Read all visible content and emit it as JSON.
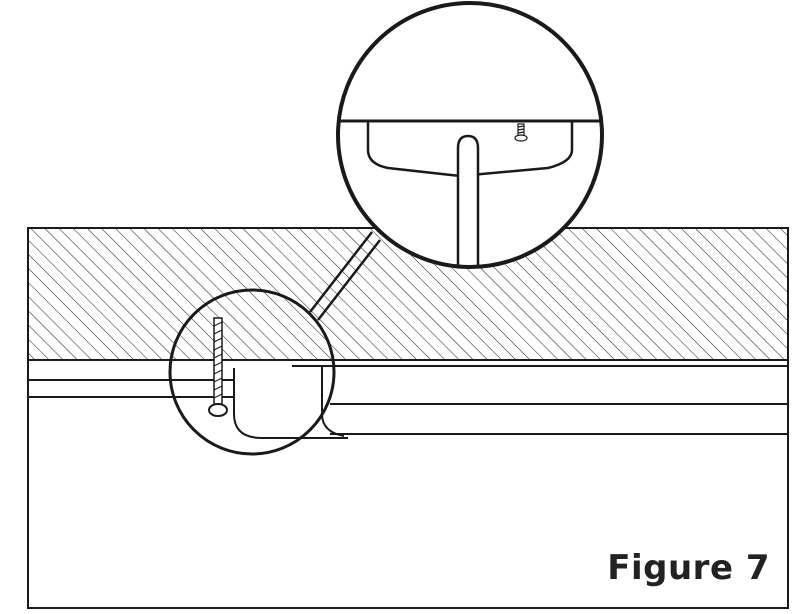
{
  "figure": {
    "caption": "Figure 7"
  },
  "colors": {
    "stroke": "#1a1a1a",
    "background": "#ffffff"
  },
  "parts": {
    "ceiling": "hatched-ceiling",
    "screw": "mounting-screw",
    "track": "wall-track",
    "detail": "magnified-detail-callout"
  }
}
